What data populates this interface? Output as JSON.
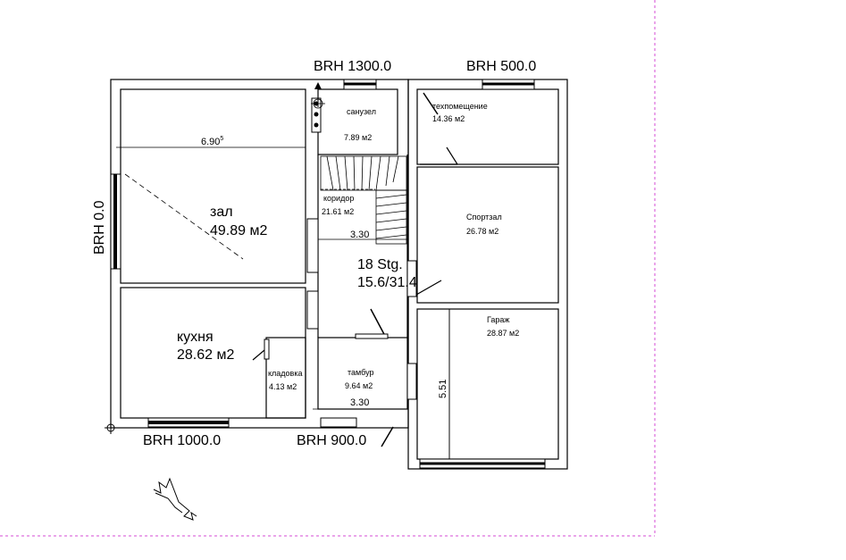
{
  "brh_labels": {
    "top_center": "BRH 1300.0",
    "top_right": "BRH 500.0",
    "left": "BRH 0.0",
    "bottom_left": "BRH 1000.0",
    "bottom_center": "BRH 900.0"
  },
  "rooms": {
    "zal": {
      "name": "зал",
      "area": "49.89 м2"
    },
    "kitchen": {
      "name": "кухня",
      "area": "28.62 м2"
    },
    "bathroom": {
      "name": "санузел",
      "area": "7.89 м2"
    },
    "corridor": {
      "name": "коридор",
      "area": "21.61 м2"
    },
    "pantry": {
      "name": "кладовка",
      "area": "4.13 м2"
    },
    "vestibule": {
      "name": "тамбур",
      "area": "9.64 м2"
    },
    "tech_room": {
      "name": "техпомещение",
      "area": "14.36 м2"
    },
    "gym": {
      "name": "Спортзал",
      "area": "26.78 м2"
    },
    "garage": {
      "name": "Гараж",
      "area": "28.87 м2"
    }
  },
  "stairs": {
    "line1": "18 Stg.",
    "line2": "15.6/31.4"
  },
  "dimensions": {
    "zal_width": "6.90",
    "zal_width_sup": "5",
    "corridor_width": "3.30",
    "vestibule_width": "3.30",
    "garage_length": "5.51"
  },
  "colors": {
    "lines": "#000000",
    "page_border": "#d44bd4"
  }
}
